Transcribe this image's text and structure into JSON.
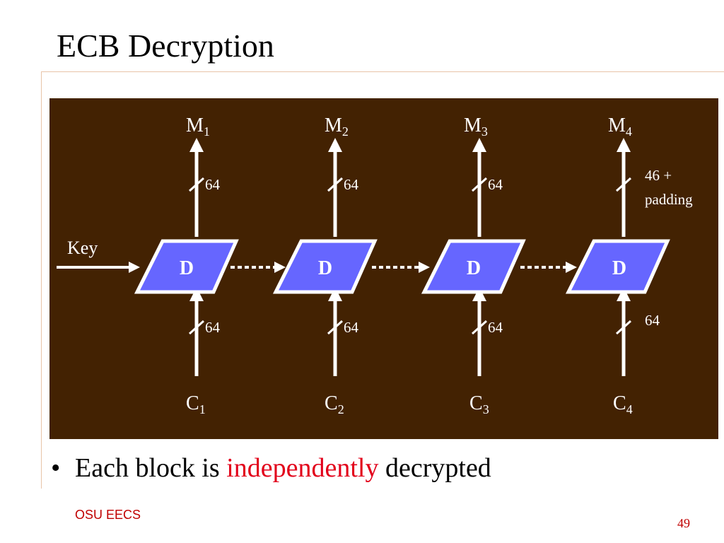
{
  "slide": {
    "title": "ECB Decryption",
    "footer_left": "OSU EECS",
    "page_number": "49"
  },
  "bullet": {
    "before": "Each block is ",
    "highlight": "independently",
    "after": " decrypted"
  },
  "diagram": {
    "key_label": "Key",
    "block_label": "D",
    "blocks": [
      {
        "output": "M",
        "output_sub": "1",
        "input": "C",
        "input_sub": "1",
        "top_width": "64",
        "bottom_width": "64"
      },
      {
        "output": "M",
        "output_sub": "2",
        "input": "C",
        "input_sub": "2",
        "top_width": "64",
        "bottom_width": "64"
      },
      {
        "output": "M",
        "output_sub": "3",
        "input": "C",
        "input_sub": "3",
        "top_width": "64",
        "bottom_width": "64"
      },
      {
        "output": "M",
        "output_sub": "4",
        "input": "C",
        "input_sub": "4",
        "top_width_line1": "46 +",
        "top_width_line2": "padding",
        "bottom_width": "64"
      }
    ],
    "colors": {
      "background": "#432202",
      "block_fill": "#6666ff",
      "line": "#ffffff",
      "highlight": "#e2001a",
      "footer": "#c00000"
    }
  }
}
